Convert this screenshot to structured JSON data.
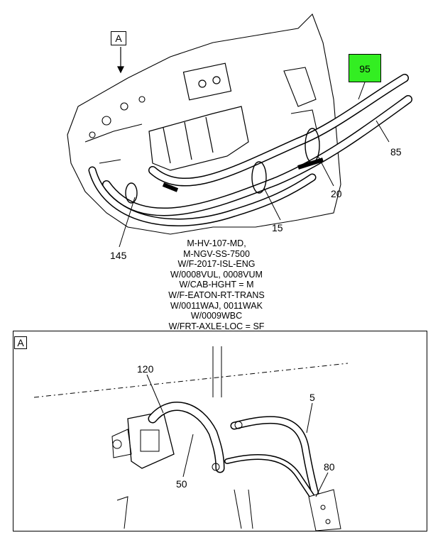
{
  "view_marker": {
    "letter": "A"
  },
  "callouts": {
    "c95": "95",
    "c85": "85",
    "c20": "20",
    "c15": "15",
    "c145": "145",
    "c120": "120",
    "c5": "5",
    "c80": "80",
    "c50": "50"
  },
  "conditions": [
    "M-HV-107-MD,",
    "M-NGV-SS-7500",
    "W/F-2017-ISL-ENG",
    "W/0008VUL, 0008VUM",
    "W/CAB-HGHT = M",
    "W/F-EATON-RT-TRANS",
    "W/0011WAJ, 0011WAK",
    "W/0009WBC",
    "W/FRT-AXLE-LOC = SF"
  ],
  "detail": {
    "letter": "A"
  },
  "colors": {
    "highlight": "#33ee22",
    "line": "#000000"
  }
}
